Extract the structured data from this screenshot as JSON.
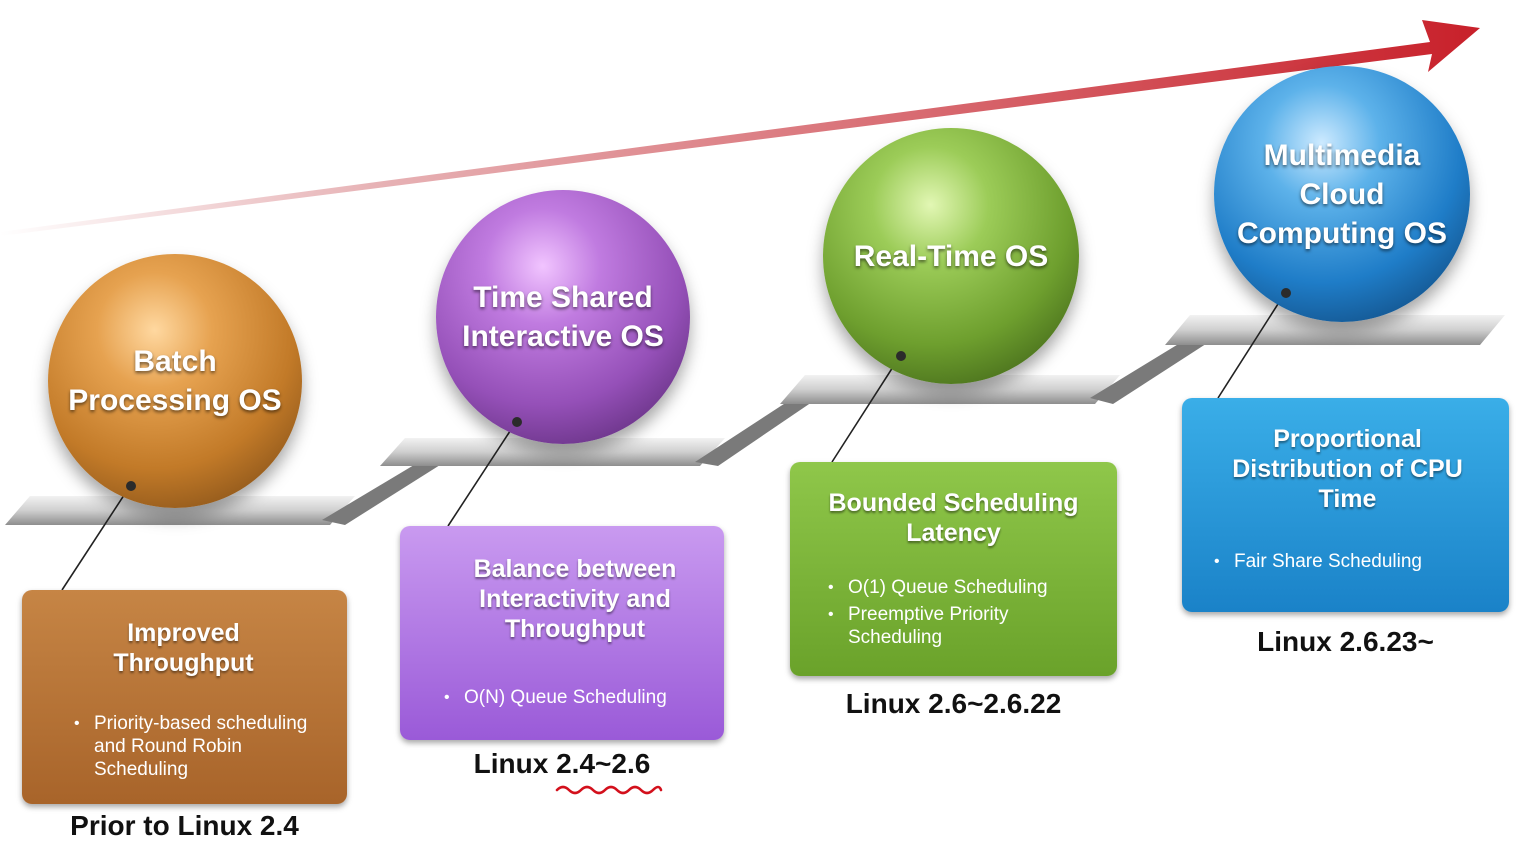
{
  "colors": {
    "arrow": "#c8202a",
    "annotation": "#d3101c",
    "stair": "#bdbdbd"
  },
  "stages": [
    {
      "sphere_label": "Batch Processing OS",
      "box_heading": "Improved Throughput",
      "bullets": [
        "Priority-based scheduling and Round Robin Scheduling"
      ],
      "caption": "Prior to Linux 2.4",
      "sphere_color": "#d08a36",
      "box_color": "#b87333"
    },
    {
      "sphere_label": "Time Shared Interactive OS",
      "box_heading": "Balance between Interactivity and Throughput",
      "bullets": [
        "O(N) Queue Scheduling"
      ],
      "caption": "Linux 2.4~2.6",
      "sphere_color": "#a45fc6",
      "box_color": "#a467d6"
    },
    {
      "sphere_label": "Real-Time OS",
      "box_heading": "Bounded Scheduling Latency",
      "bullets": [
        "O(1) Queue Scheduling",
        "Preemptive Priority Scheduling"
      ],
      "caption": "Linux 2.6~2.6.22",
      "sphere_color": "#7fb43c",
      "box_color": "#74ad32"
    },
    {
      "sphere_label": "Multimedia Cloud Computing OS",
      "box_heading": "Proportional Distribution of CPU Time",
      "bullets": [
        "Fair Share Scheduling"
      ],
      "caption": "Linux 2.6.23~",
      "sphere_color": "#2e8fd6",
      "box_color": "#2196d8"
    }
  ]
}
